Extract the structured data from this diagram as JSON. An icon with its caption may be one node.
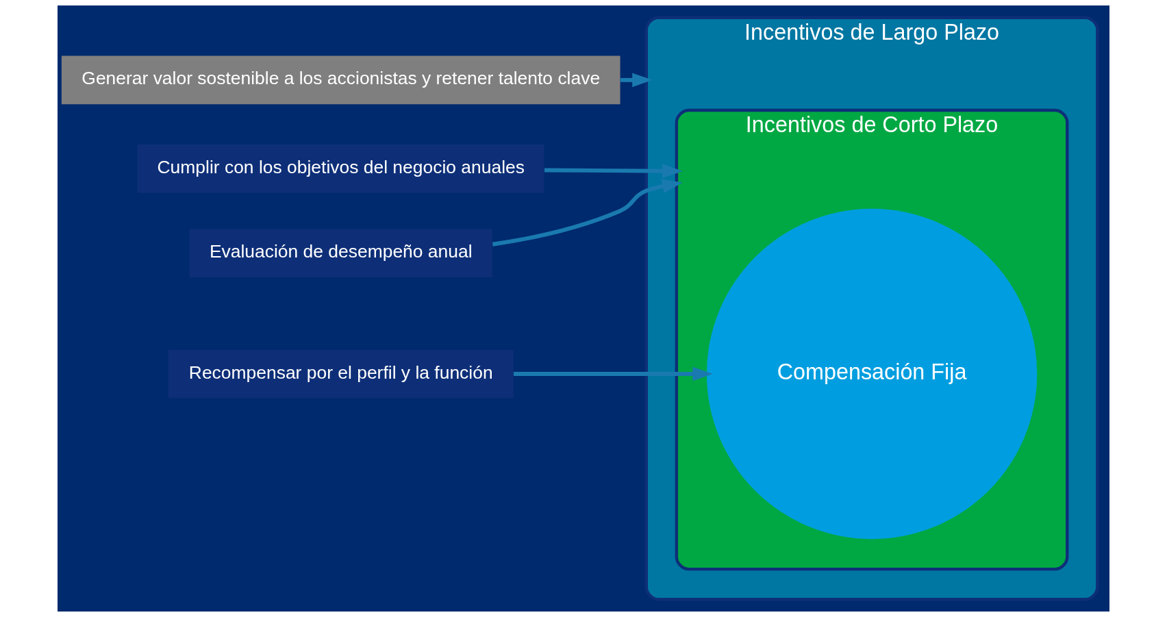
{
  "diagram": {
    "nodes": [
      {
        "text": [
          "Generar valor sostenible a los accionistas y retener talento clave"
        ]
      },
      {
        "text": [
          "Cumplir con los objetivos del negocio anuales"
        ]
      },
      {
        "text": [
          "Evaluación de desempeño anual"
        ]
      },
      {
        "text": [
          "Recompensar por el perfil y la función"
        ]
      },
      {
        "text": [
          "Incentivos de Largo Plazo"
        ]
      },
      {
        "text": [
          "Incentivos de Corto Plazo"
        ],
        "in": 4
      },
      {
        "text": [
          "Compensación Fija"
        ],
        "in": 5
      }
    ],
    "edges": [
      {
        "from": 0,
        "to": 4,
        "arrow": "to"
      },
      {
        "from": 1,
        "to": 5,
        "arrow": "to"
      },
      {
        "from": 2,
        "to": 5,
        "arrow": "to"
      },
      {
        "from": 3,
        "to": 6,
        "arrow": "to"
      }
    ]
  }
}
